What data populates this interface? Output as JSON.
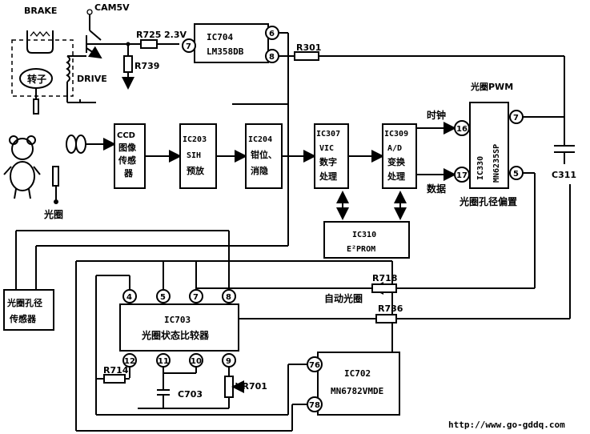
{
  "labels": {
    "brake": "BRAKE",
    "cam5v": "CAM5V",
    "drive": "DRIVE",
    "rotor": "转子",
    "aperture_left": "光圈",
    "r725": "R725",
    "v23": "2.3V",
    "r739": "R739",
    "r301": "R301",
    "c311": "C311",
    "aperture_pwm": "光圈PWM",
    "clock": "时钟",
    "data": "数据",
    "aperture_bias": "光圈孔径偏置",
    "auto_aperture": "自动光圈",
    "r718": "R718",
    "r736": "R736",
    "r714": "R714",
    "c703": "C703",
    "vr701": "VR701",
    "url": "http://www.go-gddq.com"
  },
  "blocks": {
    "ic704": [
      "IC704",
      "LM358DB"
    ],
    "ccd": [
      "CCD",
      "图像",
      "传感",
      "器"
    ],
    "ic203": [
      "IC203",
      "SIH",
      "预放"
    ],
    "ic204": [
      "IC204",
      "钳位、",
      "消隐"
    ],
    "ic307": [
      "IC307",
      "VIC",
      "数字",
      "处理"
    ],
    "ic309": [
      "IC309",
      "A/D",
      "变换",
      "处理"
    ],
    "ic330": [
      "IC330",
      "MN6235SP"
    ],
    "ic310": [
      "IC310",
      "E²PROM"
    ],
    "sensor": [
      "光圈孔径",
      "传感器"
    ],
    "ic703": [
      "IC703",
      "光圈状态比较器"
    ],
    "ic702": [
      "IC702",
      "MN6782VMDE"
    ]
  },
  "pins": {
    "ic704_7": "7",
    "ic704_6": "6",
    "ic704_8": "8",
    "ic330_16": "16",
    "ic330_17": "17",
    "ic330_7": "7",
    "ic330_5": "5",
    "ic703_4": "4",
    "ic703_5": "5",
    "ic703_7": "7",
    "ic703_8": "8",
    "ic703_12": "12",
    "ic703_11": "11",
    "ic703_10": "10",
    "ic703_9": "9",
    "ic702_76": "76",
    "ic702_78": "78"
  }
}
